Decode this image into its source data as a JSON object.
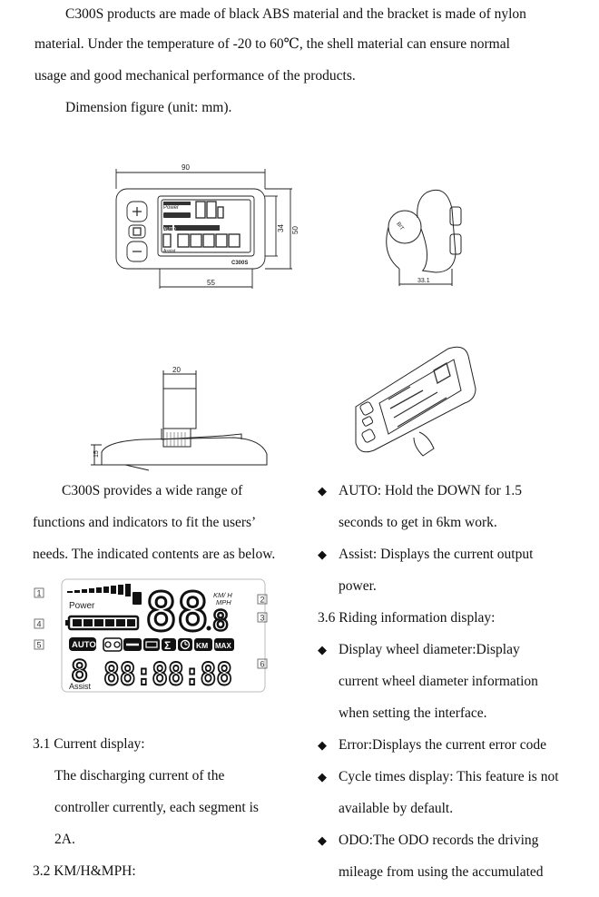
{
  "intro": {
    "line1": "C300S products are made of black ABS material and the bracket is made of nylon",
    "line2": "material. Under the temperature of -20 to 60℃, the shell material can ensure normal",
    "line3": "usage and good mechanical performance of the products.",
    "line4": "Dimension figure (unit: mm)."
  },
  "figure_front": {
    "dim_width": "90",
    "dim_height_inner": "34",
    "dim_height_outer": "50",
    "dim_bottom": "55",
    "model": "C300S",
    "power_label": "Power",
    "auto_label": "AUTO",
    "assist_label": "Assist"
  },
  "figure_side": {
    "dim_bottom": "33.1",
    "clamp_label": "BIT"
  },
  "figure_bottom": {
    "dim_top": "20",
    "dim_left": "15"
  },
  "left_col": {
    "p1_line1": "C300S provides a wide range of",
    "p1_line2": "functions and indicators to fit the users’",
    "p1_line3": "needs. The indicated contents are as below.",
    "lcd": {
      "power_label": "Power",
      "auto_label": "AUTO",
      "assist_label": "Assist",
      "speed_digits": "88",
      "speed_decimal": "8",
      "unit_kmh": "KM/ H",
      "unit_mph": "MPH",
      "assist_digit": "8",
      "odo_digits": "88:88:88",
      "icon_km": "KM",
      "icon_max": "MAX",
      "callouts": [
        "1",
        "2",
        "3",
        "4",
        "5",
        "6"
      ]
    },
    "s31_heading": "3.1 Current display:",
    "s31_line1": "The discharging current of the",
    "s31_line2": "controller currently, each segment is",
    "s31_line3": "2A.",
    "s32_heading": "3.2 KM/H&MPH:"
  },
  "right_col": {
    "auto_l1": "AUTO: Hold the DOWN for 1.5",
    "auto_l2": "seconds to get in 6km work.",
    "assist_l1": "Assist: Displays the current output",
    "assist_l2": "power.",
    "s36_heading": "3.6 Riding information display:",
    "wheel_l1": "Display wheel diameter:Display",
    "wheel_l2": "current wheel diameter information",
    "wheel_l3": "when setting the interface.",
    "error_l1": "Error:Displays the current error code",
    "cycle_l1": "Cycle times display: This feature is not",
    "cycle_l2": "available by default.",
    "odo_l1": "ODO:The ODO records the driving",
    "odo_l2": "mileage from using the accumulated"
  }
}
